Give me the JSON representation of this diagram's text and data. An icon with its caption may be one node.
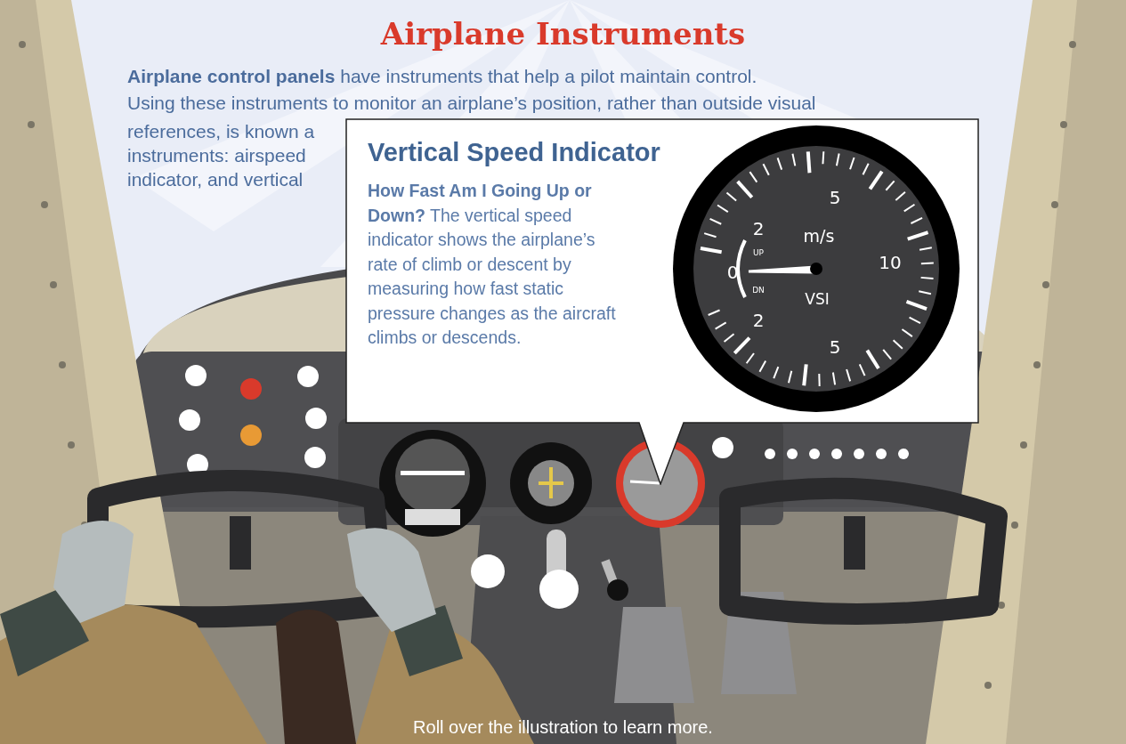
{
  "diagram": {
    "title": "Airplane Instruments",
    "caption": "Roll over the illustration to learn more.",
    "nodes": [
      {
        "text": [
          "Vertical Speed Indicator",
          "**How Fast Am I Going Up or Down?** The vertical speed indicator shows the airplane’s rate of climb or descent by measuring how fast static pressure changes as the aircraft climbs or descends."
        ]
      },
      {
        "text": [
          "5",
          "2",
          "m/s",
          "10",
          "UP",
          "0",
          "DN",
          "VSI",
          "2",
          "5"
        ],
        "in": 0
      }
    ],
    "labels": [
      "**Airplane control panels** have instruments that help a pilot maintain control.",
      "Using these instruments to monitor an airplane’s position, rather than outside visual",
      "references, is known a",
      "instruments: airspeed",
      "indicator, and vertical"
    ]
  }
}
